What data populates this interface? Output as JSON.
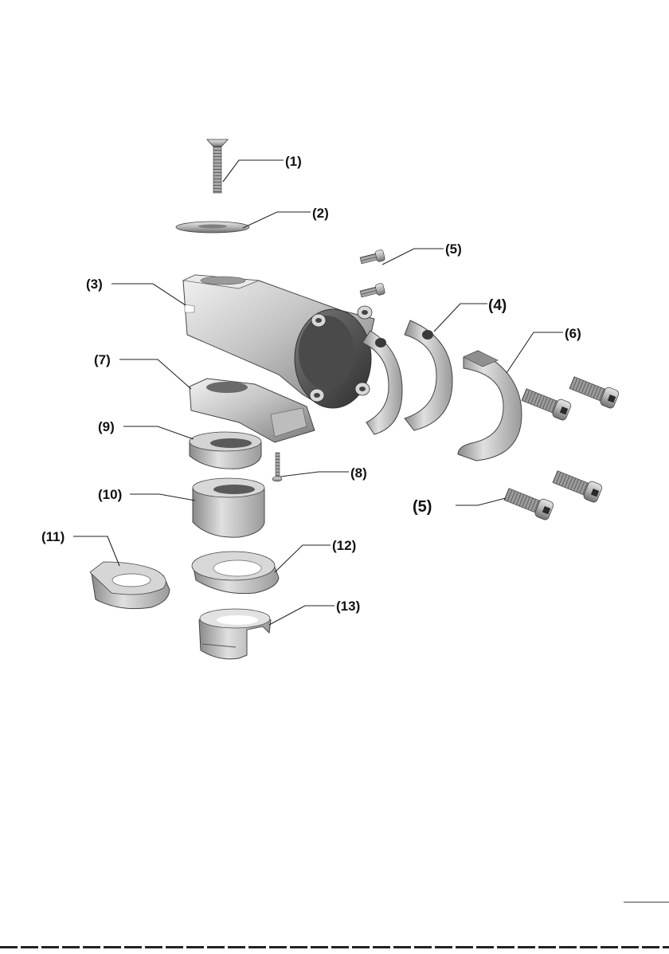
{
  "diagram": {
    "parts": [
      {
        "id": "1",
        "label": "(1)",
        "name": "bolt-top"
      },
      {
        "id": "2",
        "label": "(2)",
        "name": "top-cap-washer"
      },
      {
        "id": "3",
        "label": "(3)",
        "name": "stem-body"
      },
      {
        "id": "4",
        "label": "(4)",
        "name": "clamp-insert"
      },
      {
        "id": "5a",
        "label": "(5)",
        "name": "small-bolts"
      },
      {
        "id": "5b",
        "label": "(5)",
        "name": "faceplate-bolts"
      },
      {
        "id": "6",
        "label": "(6)",
        "name": "faceplate"
      },
      {
        "id": "7",
        "label": "(7)",
        "name": "underside-cover"
      },
      {
        "id": "8",
        "label": "(8)",
        "name": "small-screw"
      },
      {
        "id": "9",
        "label": "(9)",
        "name": "spacer-small"
      },
      {
        "id": "10",
        "label": "(10)",
        "name": "spacer-tall"
      },
      {
        "id": "11",
        "label": "(11)",
        "name": "angled-spacer"
      },
      {
        "id": "12",
        "label": "(12)",
        "name": "headset-spacer"
      },
      {
        "id": "13",
        "label": "(13)",
        "name": "compression-ring"
      }
    ]
  }
}
